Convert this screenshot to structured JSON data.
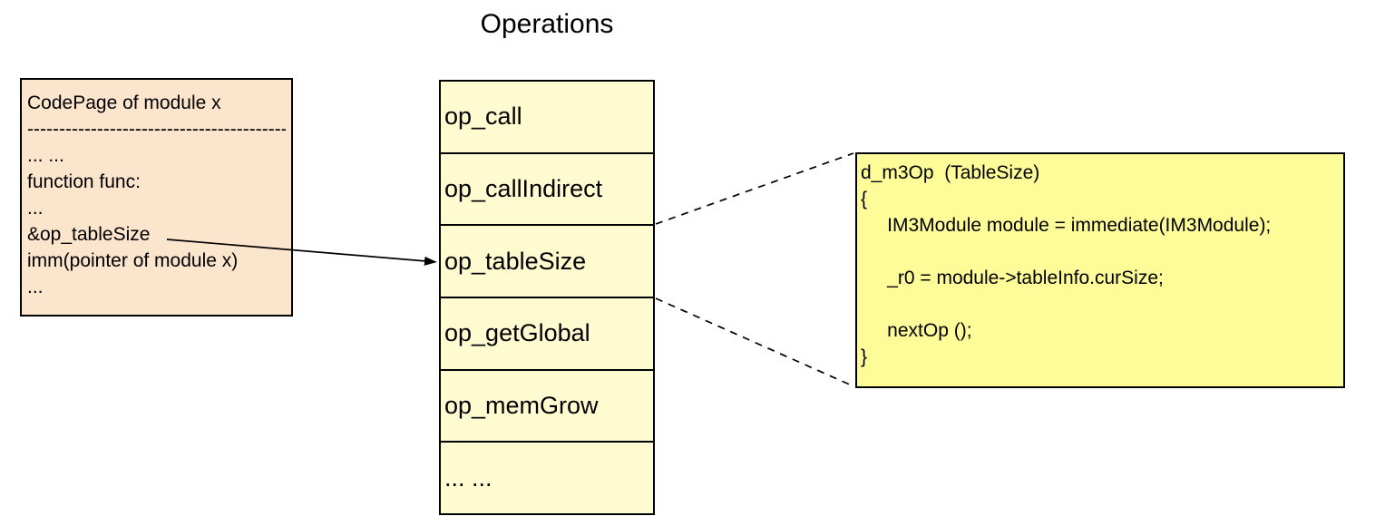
{
  "title": "Operations",
  "code_page": {
    "lines": [
      "CodePage of module x",
      "------------------------------------------",
      "... ...",
      "function func:",
      "...",
      "&op_tableSize",
      "imm(pointer of module x)",
      "..."
    ]
  },
  "operations": {
    "items": [
      "op_call",
      "op_callIndirect",
      "op_tableSize",
      "op_getGlobal",
      "op_memGrow",
      "... ..."
    ]
  },
  "op_detail": {
    "code": "d_m3Op  (TableSize)\n{\n     IM3Module module = immediate(IM3Module);\n\n     _r0 = module->tableInfo.curSize;\n\n     nextOp ();\n}"
  },
  "colors": {
    "code_page_fill": "#fbe5cd",
    "operations_fill": "#fffbd1",
    "detail_fill": "#fdfc99",
    "line": "#000000"
  }
}
